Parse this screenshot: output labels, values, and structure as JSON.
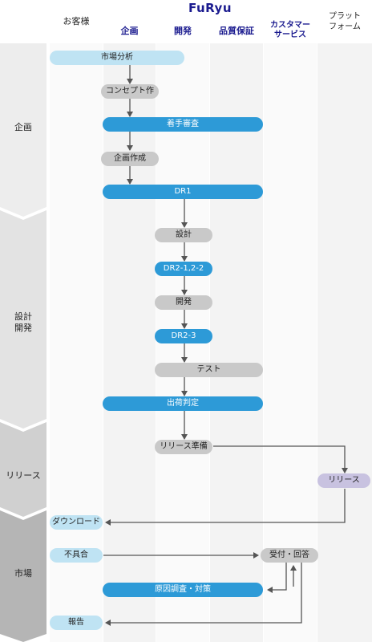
{
  "brand": {
    "logo": "FuRyu",
    "color": "#1b1b8f"
  },
  "columns": {
    "customer": "お客様",
    "furyu_group": [
      "企画",
      "開発",
      "品質保証",
      "カスタマーサービス"
    ],
    "platform": "プラットフォーム"
  },
  "phases": [
    "企画",
    "設計\n開発",
    "リリース",
    "市場"
  ],
  "nodes": {
    "market_analysis": "市場分析",
    "concept": "コンセプト作",
    "start_review": "着手審査",
    "planning_doc": "企画作成",
    "dr1": "DR1",
    "design": "設計",
    "dr2_1": "DR2-1,2-2",
    "develop": "開発",
    "dr2_3": "DR2-3",
    "test": "テスト",
    "ship_judgement": "出荷判定",
    "release_prep": "リリース準備",
    "release": "リリース",
    "download": "ダウンロード",
    "defect": "不具合",
    "receive_answer": "受付・回答",
    "root_cause": "原因調査・対策",
    "report": "報告"
  },
  "colors": {
    "light_blue": "#bfe3f3",
    "blue": "#2d9ad7",
    "gray": "#c9c9c9",
    "purple": "#c8c2e0"
  }
}
